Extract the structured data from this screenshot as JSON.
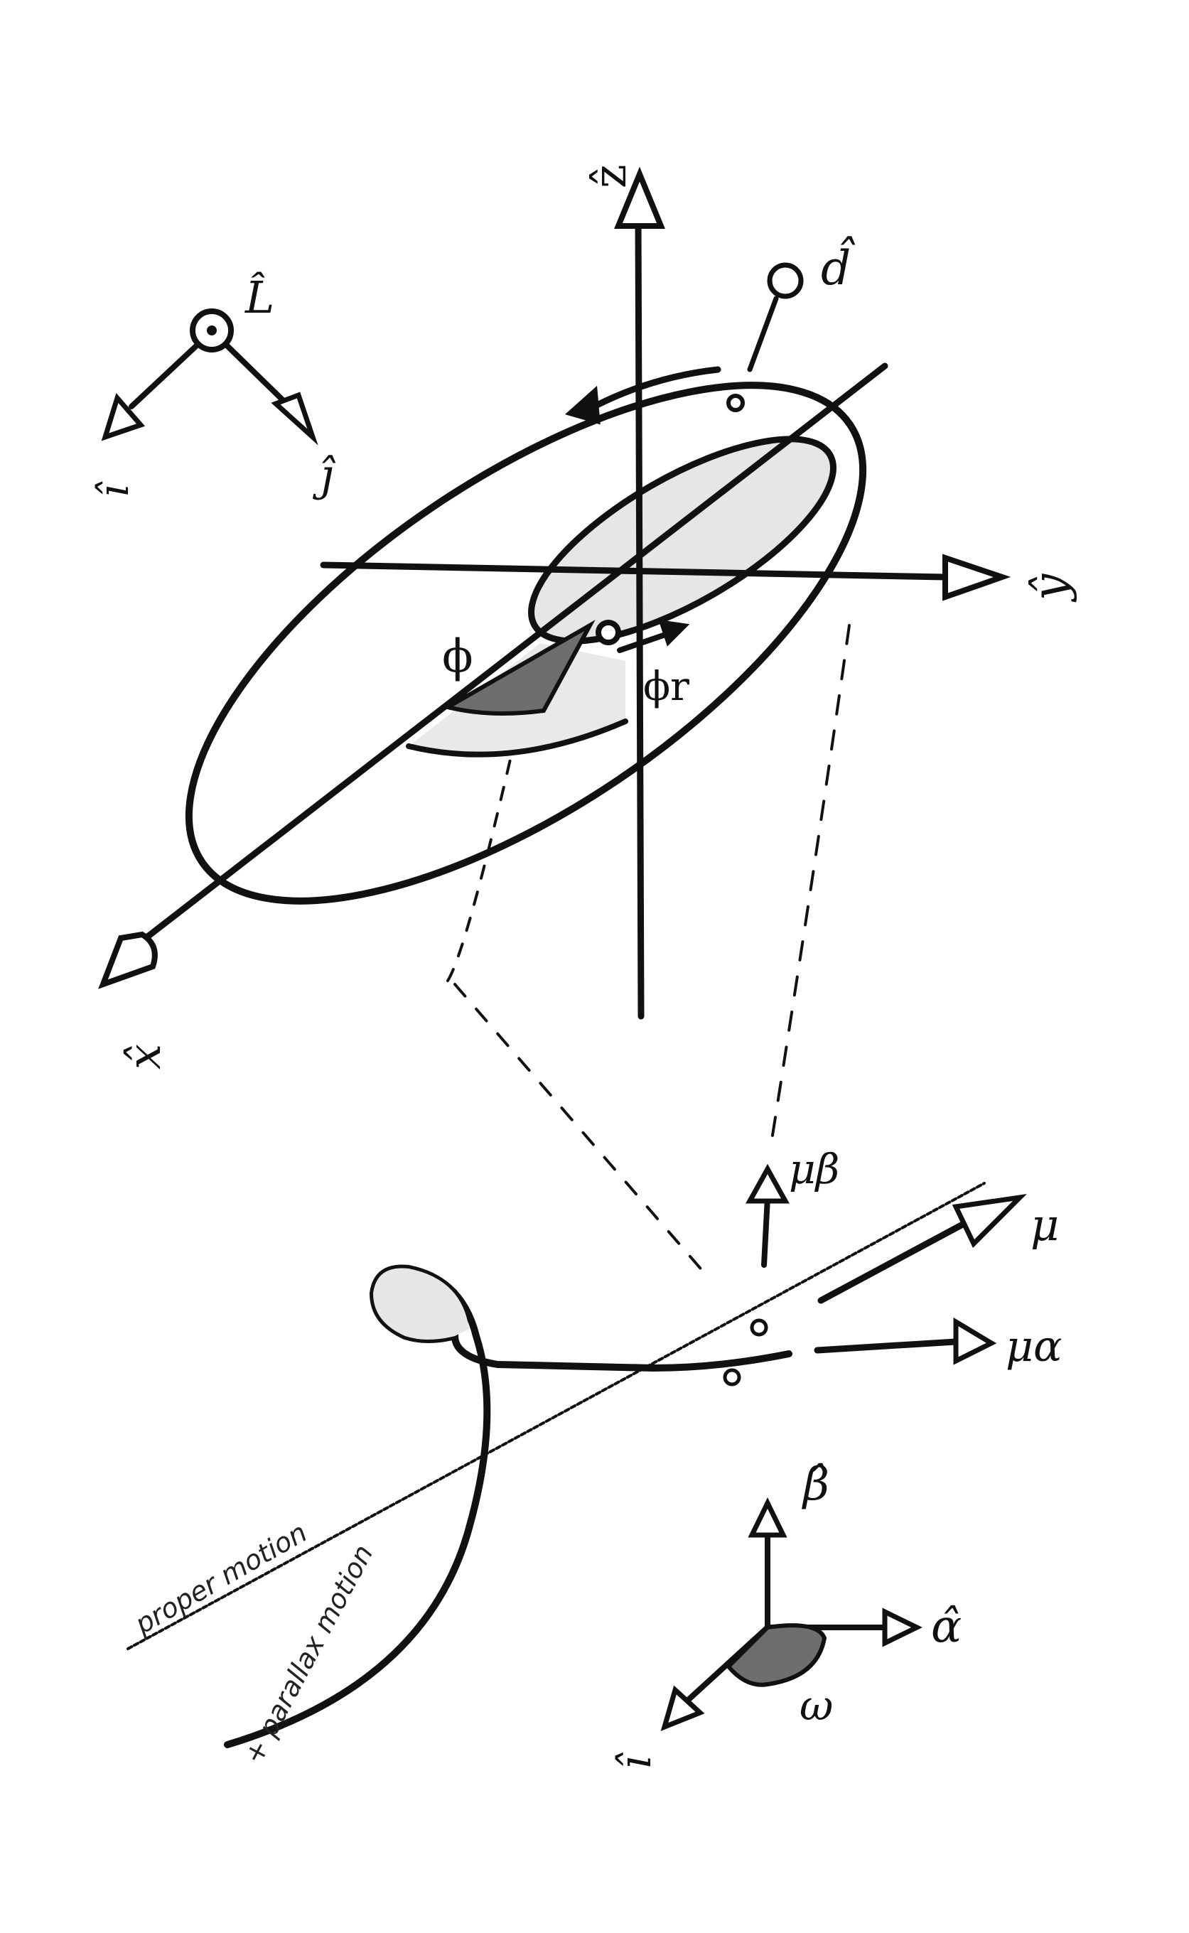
{
  "labels": {
    "z_hat": "ẑ",
    "y_hat": "ŷ",
    "x_hat": "x̂",
    "d_hat": "d̂",
    "L_hat": "L̂",
    "i_hat_small": "î",
    "j_hat": "ĵ",
    "phi": "ϕ",
    "phi_r": "ϕr",
    "mu_beta": "μβ",
    "mu": "μ",
    "mu_alpha": "μα",
    "beta_hat": "β̂",
    "alpha_hat": "α̂",
    "i_hat": "î",
    "omega": "ω",
    "proper_motion": "proper motion",
    "parallax_motion": "+ parallax motion"
  },
  "colors": {
    "ink": "#111111",
    "light_fill": "#e6e6e6",
    "mid_fill": "#bdbdbd",
    "dark_fill": "#6e6e6e"
  }
}
